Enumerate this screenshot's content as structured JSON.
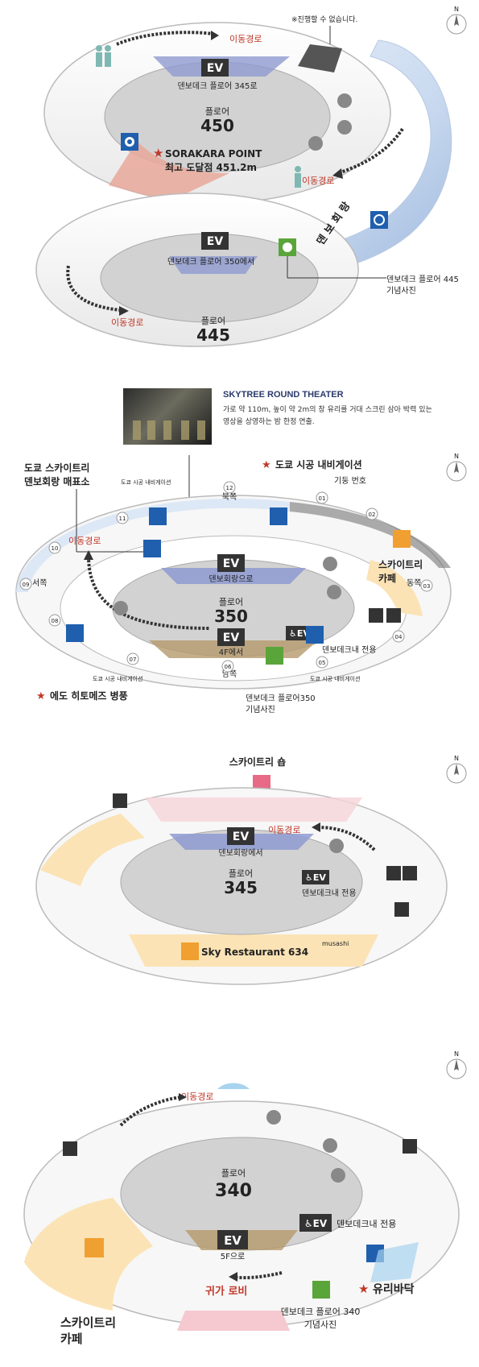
{
  "compass": "N",
  "floor450": {
    "note": "※진행할 수 없습니다.",
    "route_top": "이동경로",
    "ev": "EV",
    "ev_sub": "덴보데크 플로어 345로",
    "floor_label": "플로어",
    "floor_num": "450",
    "sorakara": "SORAKARA POINT",
    "highest": "최고 도달점 451.2m",
    "route_right": "이동경로",
    "corridor": "덴 보 회 랑"
  },
  "floor445": {
    "ev": "EV",
    "ev_sub": "덴보데크 플로어 350에서",
    "photo_label": "덴보데크 플로어 445",
    "photo_label2": "기념사진",
    "route": "이동경로",
    "floor_label": "플로어",
    "floor_num": "445"
  },
  "theater": {
    "title": "SKYTREE ROUND THEATER",
    "description": "가로 약 110m, 높이 약 2m의 창 유리를 거대 스크린 삼아 박력 있는 영상을 상영하는 밤 한정 연출."
  },
  "floor350": {
    "ticket": "도쿄 스카이트리",
    "ticket2": "덴보회랑 매표소",
    "nav_title": "도쿄 시공 내비게이션",
    "pillar": "기둥 번호",
    "nav_small": "도쿄 시공 내비게이션",
    "north": "북쪽",
    "west": "서쪽",
    "east": "동쪽",
    "south": "남쪽",
    "route": "이동경로",
    "ev": "EV",
    "ev_sub": "덴보회랑으로",
    "floor_label": "플로어",
    "floor_num": "350",
    "ev_dedicated": "덴보데크내 전용",
    "ev2": "EV",
    "ev2_sub": "4F에서",
    "cafe": "스카이트리",
    "cafe2": "카페",
    "edo": "에도 히토메즈 병풍",
    "photo": "덴보데크 플로어350",
    "photo2": "기념사진",
    "nav_small2": "도쿄 시공 내비게이션",
    "nav_small3": "도쿄 시공 내비게이션",
    "pillars": [
      "01",
      "02",
      "03",
      "04",
      "05",
      "06",
      "07",
      "08",
      "09",
      "10",
      "11",
      "12"
    ]
  },
  "floor345": {
    "shop": "스카이트리 숍",
    "route": "이동경로",
    "ev": "EV",
    "ev_sub": "덴보회랑에서",
    "floor_label": "플로어",
    "floor_num": "345",
    "ev_dedicated": "덴보데크내 전용",
    "restaurant": "Sky Restaurant 634",
    "musashi": "musashi"
  },
  "floor340": {
    "route": "이동경로",
    "floor_label": "플로어",
    "floor_num": "340",
    "ev_dedicated": "덴보데크내 전용",
    "ev": "EV",
    "ev_sub": "5F으로",
    "lobby": "귀가 로비",
    "glass": "유리바닥",
    "cafe": "스카이트리",
    "cafe2": "카페",
    "photo": "덴보데크 플로어 340",
    "photo2": "기념사진"
  },
  "colors": {
    "accent_red": "#c0392b",
    "ev_box": "#333333",
    "sign_blue": "#1f5fae",
    "photo_green": "#5aa53a",
    "cafe_orange": "#f0a030",
    "shop_pink": "#e86a86"
  }
}
